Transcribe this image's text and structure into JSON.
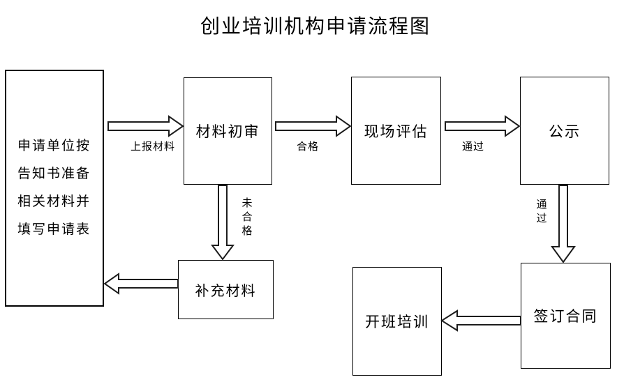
{
  "title": "创业培训机构申请流程图",
  "nodes": {
    "apply": {
      "lines": [
        "申请单位按",
        "告知书准备",
        "相关材料并",
        "填写申请表"
      ]
    },
    "review": {
      "label": "材料初审"
    },
    "assess": {
      "label": "现场评估"
    },
    "publicity": {
      "label": "公示"
    },
    "supplement": {
      "label": "补充材料"
    },
    "contract": {
      "label": "签订合同"
    },
    "training": {
      "label": "开班培训"
    }
  },
  "edges": {
    "submit": {
      "label": "上报材料",
      "from": "apply",
      "to": "review"
    },
    "qualified": {
      "label": "合格",
      "from": "review",
      "to": "assess"
    },
    "pass_assess": {
      "label": "通过",
      "from": "assess",
      "to": "publicity"
    },
    "unqualified": {
      "label": "未合格",
      "from": "review",
      "to": "supplement"
    },
    "back_to_apply": {
      "label": "",
      "from": "supplement",
      "to": "apply"
    },
    "pass_publicity": {
      "label": "通过",
      "from": "publicity",
      "to": "contract"
    },
    "to_training": {
      "label": "",
      "from": "contract",
      "to": "training"
    }
  },
  "colors": {
    "background": "#ffffff",
    "line": "#1c1c1c"
  }
}
